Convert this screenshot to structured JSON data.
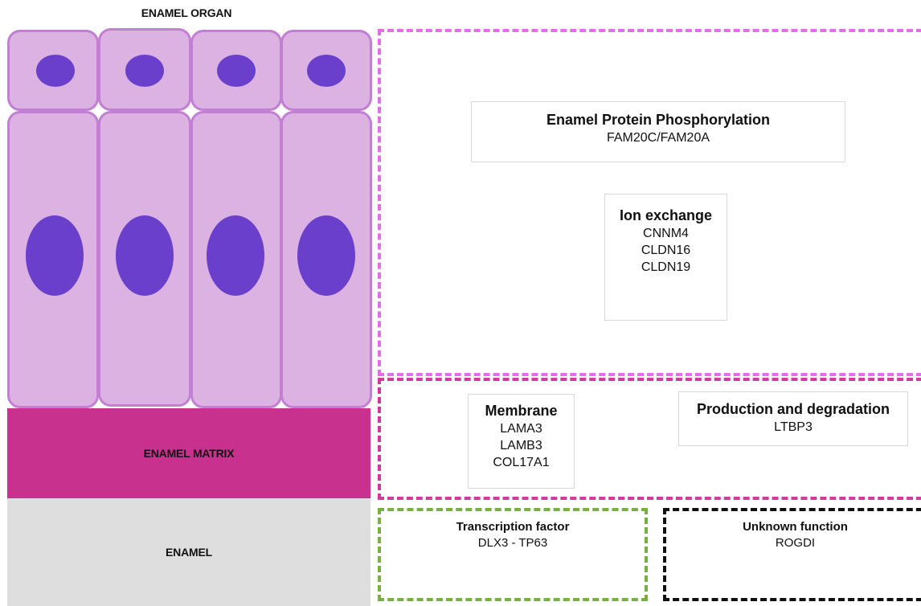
{
  "organ": {
    "title": "ENAMEL ORGAN"
  },
  "layers": {
    "matrix": "ENAMEL MATRIX",
    "enamel": "ENAMEL"
  },
  "colors": {
    "cell_fill": "#dbb2e2",
    "cell_border": "#c27fd4",
    "nucleus": "#6a3fcc",
    "matrix": "#c8318e",
    "enamel": "#dedede",
    "outline_pink": "#e46ee9",
    "outline_magenta": "#d13b9e",
    "outline_green": "#79b043",
    "outline_black": "#111111"
  },
  "groups": {
    "phosphorylation": {
      "title": "Enamel Protein Phosphorylation",
      "genes": [
        "FAM20C/FAM20A"
      ]
    },
    "ion_exchange": {
      "title": "Ion exchange",
      "genes": [
        "CNNM4",
        "CLDN16",
        "CLDN19"
      ]
    },
    "membrane": {
      "title": "Membrane",
      "genes": [
        "LAMA3",
        "LAMB3",
        "COL17A1"
      ]
    },
    "production": {
      "title": "Production and degradation",
      "genes": [
        "LTBP3"
      ]
    },
    "transcription": {
      "title": "Transcription factor",
      "genes": [
        "DLX3 - TP63"
      ]
    },
    "unknown": {
      "title": "Unknown function",
      "genes": [
        "ROGDI"
      ]
    }
  }
}
